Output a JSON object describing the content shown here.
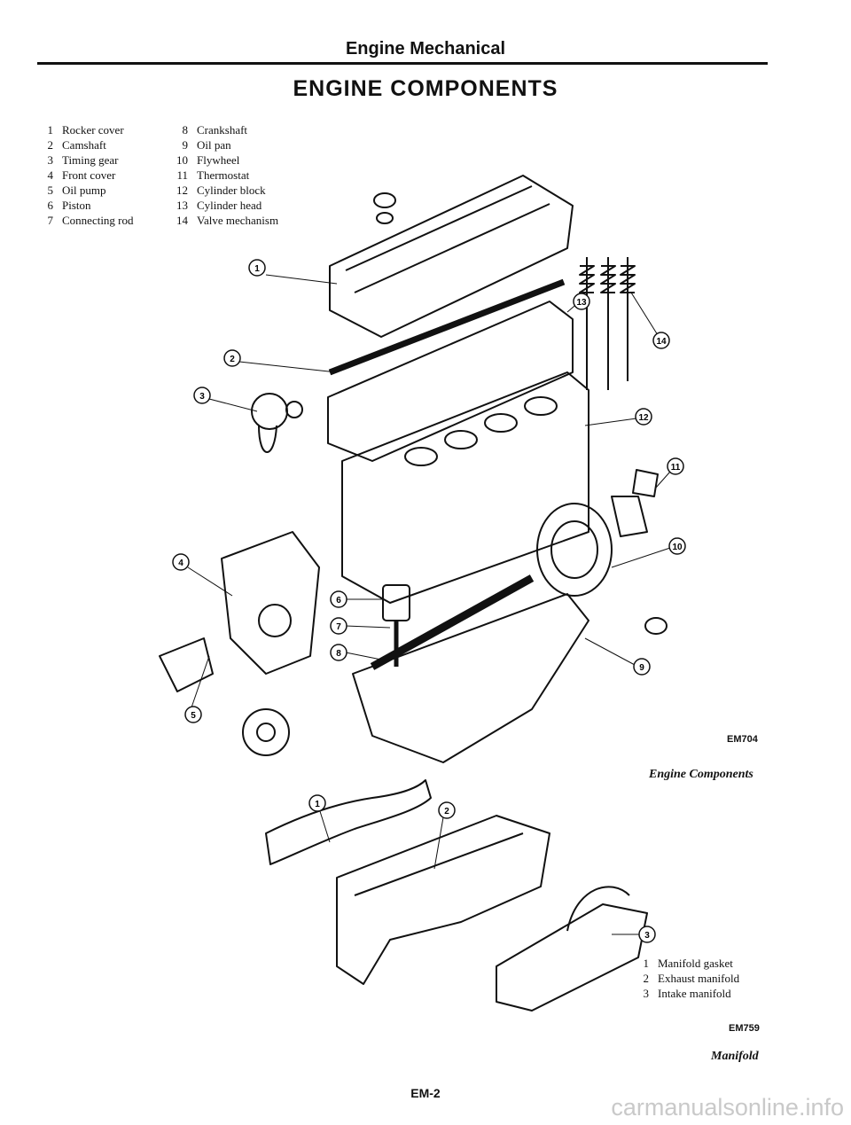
{
  "header": {
    "section": "Engine Mechanical",
    "title": "ENGINE COMPONENTS"
  },
  "legend_components": [
    {
      "num": "1",
      "label": "Rocker cover"
    },
    {
      "num": "2",
      "label": "Camshaft"
    },
    {
      "num": "3",
      "label": "Timing gear"
    },
    {
      "num": "4",
      "label": "Front cover"
    },
    {
      "num": "5",
      "label": "Oil pump"
    },
    {
      "num": "6",
      "label": "Piston"
    },
    {
      "num": "7",
      "label": "Connecting rod"
    },
    {
      "num": "8",
      "label": "Crankshaft"
    },
    {
      "num": "9",
      "label": "Oil pan"
    },
    {
      "num": "10",
      "label": "Flywheel"
    },
    {
      "num": "11",
      "label": "Thermostat"
    },
    {
      "num": "12",
      "label": "Cylinder block"
    },
    {
      "num": "13",
      "label": "Cylinder head"
    },
    {
      "num": "14",
      "label": "Valve mechanism"
    }
  ],
  "figure_1": {
    "code": "EM704",
    "caption": "Engine Components"
  },
  "legend_manifold": [
    {
      "num": "1",
      "label": "Manifold gasket"
    },
    {
      "num": "2",
      "label": "Exhaust manifold"
    },
    {
      "num": "3",
      "label": "Intake manifold"
    }
  ],
  "figure_2": {
    "code": "EM759",
    "caption": "Manifold"
  },
  "footer": {
    "page_number": "EM-2",
    "watermark": "carmanualsonline.info"
  },
  "callouts_engine": [
    "1",
    "2",
    "3",
    "4",
    "5",
    "6",
    "7",
    "8",
    "9",
    "10",
    "11",
    "12",
    "13",
    "14"
  ],
  "callouts_manifold": [
    "1",
    "2",
    "3"
  ]
}
